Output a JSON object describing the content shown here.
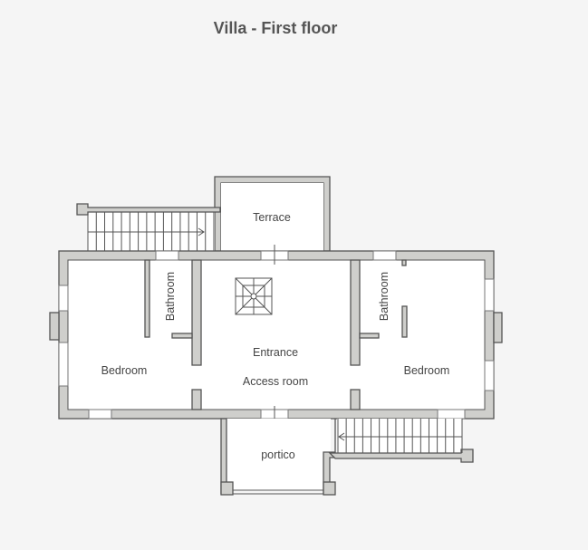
{
  "title": "Villa - First floor",
  "rooms": {
    "terrace": "Terrace",
    "bathroom_left": "Bathroom",
    "bathroom_right": "Bathroom",
    "entrance": "Entrance",
    "access_room": "Access room",
    "bedroom_left": "Bedroom",
    "bedroom_right": "Bedroom",
    "portico": "portico"
  }
}
